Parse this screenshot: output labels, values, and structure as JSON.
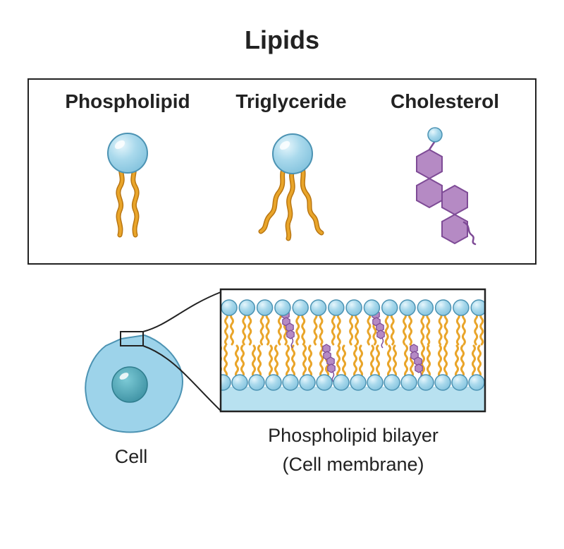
{
  "title": "Lipids",
  "molecules": [
    {
      "label": "Phospholipid"
    },
    {
      "label": "Triglyceride"
    },
    {
      "label": "Cholesterol"
    }
  ],
  "cell": {
    "label": "Cell"
  },
  "bilayer": {
    "line1": "Phospholipid bilayer",
    "line2": "(Cell membrane)"
  },
  "colors": {
    "head": "#a9d9ec",
    "head_stroke": "#4c93b3",
    "tail": "#e9a52a",
    "tail_stroke": "#b97612",
    "cholesterol": "#b58ac4",
    "cholesterol_stroke": "#7e4b96",
    "cell": "#9dd3ea",
    "nucleus": "#4aa3b4",
    "membrane_bottom": "#b8e1f0"
  }
}
